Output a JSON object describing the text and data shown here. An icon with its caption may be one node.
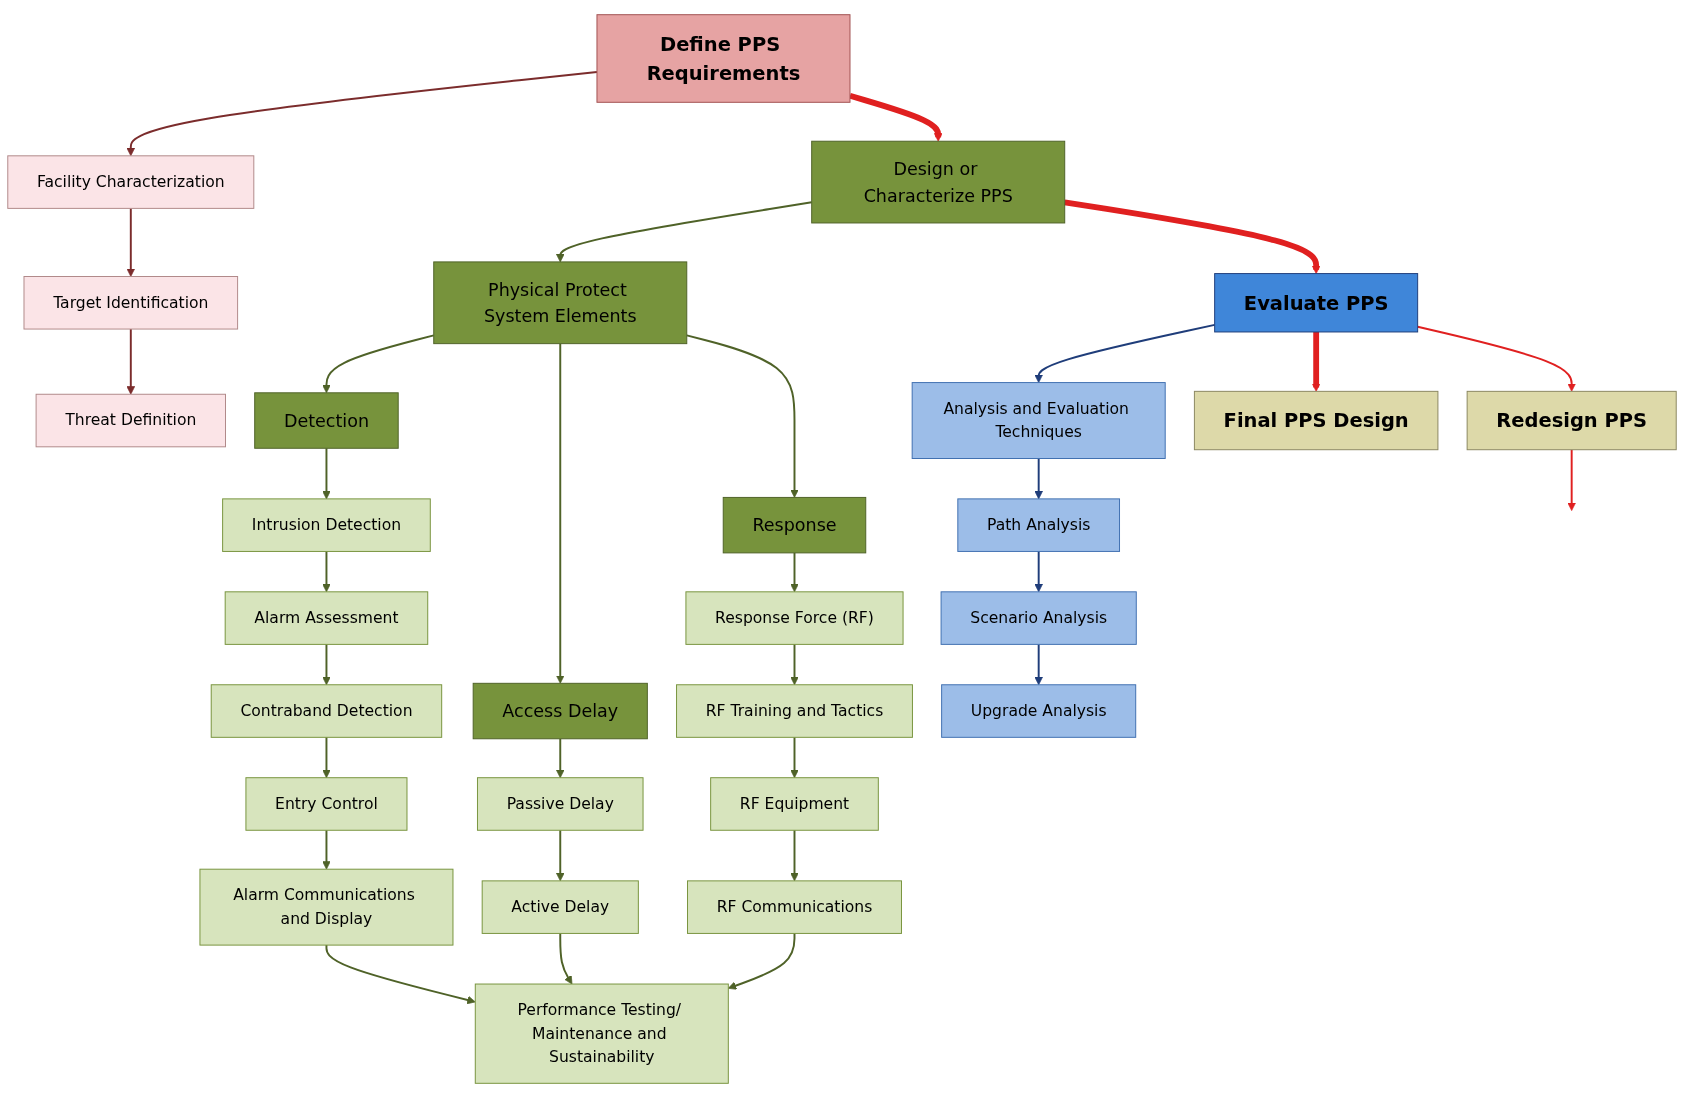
{
  "diagram": {
    "nodes": [
      {
        "text": [
          "Define PPS Requirements"
        ]
      },
      {
        "text": [
          "Facility Characterization"
        ]
      },
      {
        "text": [
          "Target Identification"
        ]
      },
      {
        "text": [
          "Threat Definition"
        ]
      },
      {
        "text": [
          "Design or Characterize PPS"
        ]
      },
      {
        "text": [
          "Physical Protect System Elements"
        ]
      },
      {
        "text": [
          "Detection"
        ]
      },
      {
        "text": [
          "Access Delay"
        ]
      },
      {
        "text": [
          "Response"
        ]
      },
      {
        "text": [
          "Intrusion Detection"
        ]
      },
      {
        "text": [
          "Alarm Assessment"
        ]
      },
      {
        "text": [
          "Contraband Detection"
        ]
      },
      {
        "text": [
          "Entry Control"
        ]
      },
      {
        "text": [
          "Alarm Communications and Display"
        ]
      },
      {
        "text": [
          "Passive Delay"
        ]
      },
      {
        "text": [
          "Active Delay"
        ]
      },
      {
        "text": [
          "Response Force (RF)"
        ]
      },
      {
        "text": [
          "RF Training and Tactics"
        ]
      },
      {
        "text": [
          "RF Equipment"
        ]
      },
      {
        "text": [
          "RF Communications"
        ]
      },
      {
        "text": [
          "Performance Testing/ Maintenance and Sustainability"
        ]
      },
      {
        "text": [
          "Evaluate PPS"
        ]
      },
      {
        "text": [
          "Analysis and Evaluation Techniques"
        ]
      },
      {
        "text": [
          "Path Analysis"
        ]
      },
      {
        "text": [
          "Scenario Analysis"
        ]
      },
      {
        "text": [
          "Upgrade Analysis"
        ]
      },
      {
        "text": [
          "Final PPS Design"
        ]
      },
      {
        "text": [
          "Redesign PPS"
        ]
      }
    ],
    "edges": [
      {
        "from": 0,
        "to": 1,
        "arrow": "to",
        "color": "#7b2c2c"
      },
      {
        "from": 1,
        "to": 2,
        "arrow": "to",
        "color": "#7b2c2c"
      },
      {
        "from": 2,
        "to": 3,
        "arrow": "to",
        "color": "#7b2c2c"
      },
      {
        "from": 0,
        "to": 4,
        "arrow": "to",
        "style": "thick",
        "color": "#e02020"
      },
      {
        "from": 4,
        "to": 5,
        "arrow": "to"
      },
      {
        "from": 5,
        "to": 6,
        "arrow": "to"
      },
      {
        "from": 5,
        "to": 7,
        "arrow": "to"
      },
      {
        "from": 5,
        "to": 8,
        "arrow": "to"
      },
      {
        "from": 6,
        "to": 9,
        "arrow": "to"
      },
      {
        "from": 9,
        "to": 10,
        "arrow": "to"
      },
      {
        "from": 10,
        "to": 11,
        "arrow": "to"
      },
      {
        "from": 11,
        "to": 12,
        "arrow": "to"
      },
      {
        "from": 12,
        "to": 13,
        "arrow": "to"
      },
      {
        "from": 13,
        "to": 20,
        "arrow": "to"
      },
      {
        "from": 7,
        "to": 14,
        "arrow": "to"
      },
      {
        "from": 14,
        "to": 15,
        "arrow": "to"
      },
      {
        "from": 15,
        "to": 20,
        "arrow": "to"
      },
      {
        "from": 8,
        "to": 16,
        "arrow": "to"
      },
      {
        "from": 16,
        "to": 17,
        "arrow": "to"
      },
      {
        "from": 17,
        "to": 18,
        "arrow": "to"
      },
      {
        "from": 18,
        "to": 19,
        "arrow": "to"
      },
      {
        "from": 19,
        "to": 20,
        "arrow": "to"
      },
      {
        "from": 4,
        "to": 21,
        "arrow": "to",
        "style": "thick",
        "color": "#e02020"
      },
      {
        "from": 21,
        "to": 22,
        "arrow": "to",
        "color": "#1f3d7a"
      },
      {
        "from": 22,
        "to": 23,
        "arrow": "to",
        "color": "#1f3d7a"
      },
      {
        "from": 23,
        "to": 24,
        "arrow": "to",
        "color": "#1f3d7a"
      },
      {
        "from": 24,
        "to": 25,
        "arrow": "to",
        "color": "#1f3d7a"
      },
      {
        "from": 21,
        "to": 26,
        "arrow": "to",
        "style": "thick",
        "color": "#e02020"
      },
      {
        "from": 21,
        "to": 27,
        "arrow": "to",
        "color": "#e02020"
      },
      {
        "from": 27,
        "to": null,
        "arrow": "to",
        "color": "#e02020"
      }
    ]
  }
}
